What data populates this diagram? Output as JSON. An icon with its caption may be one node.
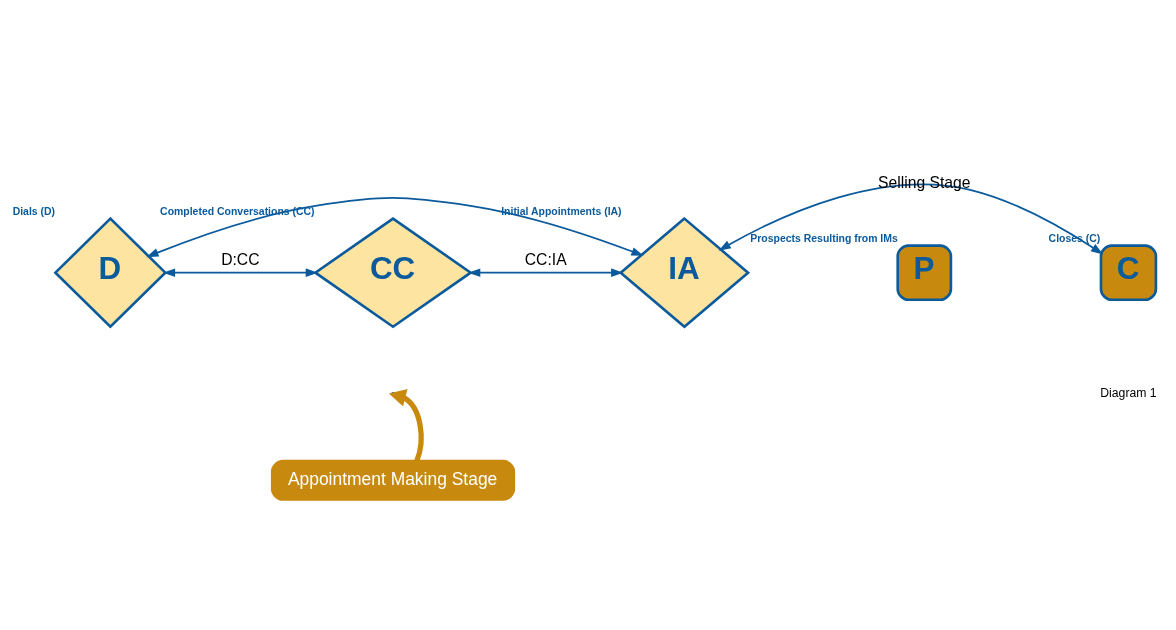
{
  "diagram": {
    "nodes": [
      {
        "text": [
          "D"
        ],
        "beside": [
          "Dials (D)"
        ]
      },
      {
        "text": [
          "CC"
        ],
        "beside": [
          "Completed Conversations (CC)"
        ]
      },
      {
        "text": [
          "IA"
        ],
        "beside": [
          "Initial Appointments (IA)"
        ]
      },
      {
        "text": [
          "P"
        ],
        "beside": [
          "Prospects Resulting from IMs"
        ]
      },
      {
        "text": [
          "C"
        ],
        "beside": [
          "Closes (C)"
        ]
      },
      {
        "text": [
          "Appointment Making Stage"
        ]
      }
    ],
    "edges": [
      {
        "from": 0,
        "to": 1,
        "arrow": "both",
        "label": "D:CC"
      },
      {
        "from": 1,
        "to": 2,
        "arrow": "both",
        "label": "CC:IA"
      },
      {
        "from": 2,
        "to": 4,
        "arrow": "both",
        "label": "Selling Stage"
      },
      {
        "from": 0,
        "to": 2,
        "arrow": "both"
      },
      {
        "from": 5,
        "to": null,
        "arrow": "to",
        "style": "thick",
        "color": "#c8890f"
      }
    ],
    "labels": [
      "Diagram 1"
    ]
  }
}
